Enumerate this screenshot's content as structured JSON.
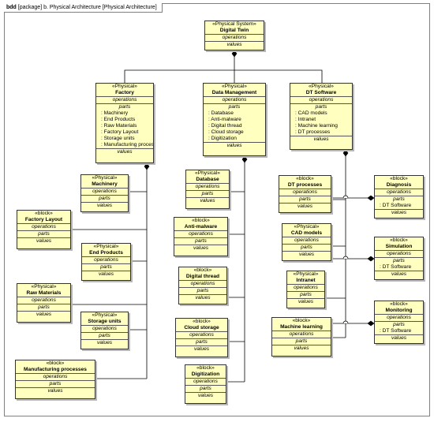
{
  "frame": {
    "kind": "bdd",
    "title": "[package] b. Physical Architecture [Physical Architecture]"
  },
  "labels": {
    "operations": "operations",
    "parts": "parts",
    "values": "values"
  },
  "blocks": {
    "digital_twin": {
      "stereotype": "«Physical System»",
      "name": "Digital Twin"
    },
    "factory": {
      "stereotype": "«Physical»",
      "name": "Factory",
      "parts": [
        ": Machinery",
        ": End Products",
        ": Raw Materials",
        ": Factory Layout",
        ": Storage units",
        ": Manufacturing processes"
      ]
    },
    "data_management": {
      "stereotype": "«Physical»",
      "name": "Data Management",
      "parts": [
        ": Database",
        ": Anti-malware",
        ": Digital thread",
        ": Cloud storage",
        ": Digitization"
      ]
    },
    "dt_software": {
      "stereotype": "«Physical»",
      "name": "DT Software",
      "parts": [
        ": CAD models",
        ": Intranet",
        ": Machine learning",
        ": DT processes"
      ]
    },
    "machinery": {
      "stereotype": "«Physical»",
      "name": "Machinery"
    },
    "factory_layout": {
      "stereotype": "«block»",
      "name": "Factory Layout"
    },
    "end_products": {
      "stereotype": "«Physical»",
      "name": "End Products"
    },
    "raw_materials": {
      "stereotype": "«Physical»",
      "name": "Raw Materials"
    },
    "storage_units": {
      "stereotype": "«Physical»",
      "name": "Storage units"
    },
    "manufacturing_processes": {
      "stereotype": "«block»",
      "name": "Manufacturing processes"
    },
    "database": {
      "stereotype": "«Physical»",
      "name": "Database"
    },
    "anti_malware": {
      "stereotype": "«block»",
      "name": "Anti-malware"
    },
    "digital_thread": {
      "stereotype": "«block»",
      "name": "Digital thread"
    },
    "cloud_storage": {
      "stereotype": "«block»",
      "name": "Cloud storage"
    },
    "digitization": {
      "stereotype": "«block»",
      "name": "Digitization"
    },
    "dt_processes": {
      "stereotype": "«block»",
      "name": "DT processes"
    },
    "cad_models": {
      "stereotype": "«Physical»",
      "name": "CAD models"
    },
    "intranet": {
      "stereotype": "«Physical»",
      "name": "Intranet"
    },
    "machine_learning": {
      "stereotype": "«block»",
      "name": "Machine learning"
    },
    "diagnosis": {
      "stereotype": "«block»",
      "name": "Diagnosis",
      "parts": [
        ": DT Software"
      ]
    },
    "simulation": {
      "stereotype": "«block»",
      "name": "Simulation",
      "parts": [
        ": DT Software"
      ]
    },
    "monitoring": {
      "stereotype": "«block»",
      "name": "Monitoring",
      "parts": [
        ": DT Software"
      ]
    }
  }
}
